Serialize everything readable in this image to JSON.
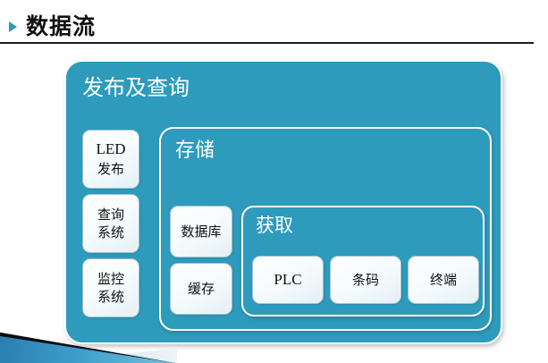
{
  "slide": {
    "title": "数据流",
    "bullet_icon": "triangle-right-icon",
    "accent_color": "#2E9BBC",
    "panel_color": "#2E9BBC",
    "title_color": "#111111",
    "background": "#FFFFFF"
  },
  "diagram": {
    "type": "nested-containment",
    "root": {
      "label": "发布及查询",
      "children_boxes": [
        "LED 发布",
        "查询 系统",
        "监控 系统"
      ],
      "storage": {
        "label": "存储",
        "children_boxes": [
          "数据库",
          "缓存"
        ],
        "acquire": {
          "label": "获取",
          "children_boxes": [
            "PLC",
            "条码",
            "终端"
          ]
        }
      }
    }
  },
  "labels": {
    "publish_query": "发布及查询",
    "storage": "存储",
    "acquire": "获取",
    "led_line1": "LED",
    "led_line2": "发布",
    "query_line1": "查询",
    "query_line2": "系统",
    "monitor_line1": "监控",
    "monitor_line2": "系统",
    "database": "数据库",
    "cache": "缓存",
    "plc": "PLC",
    "barcode": "条码",
    "terminal": "终端"
  }
}
